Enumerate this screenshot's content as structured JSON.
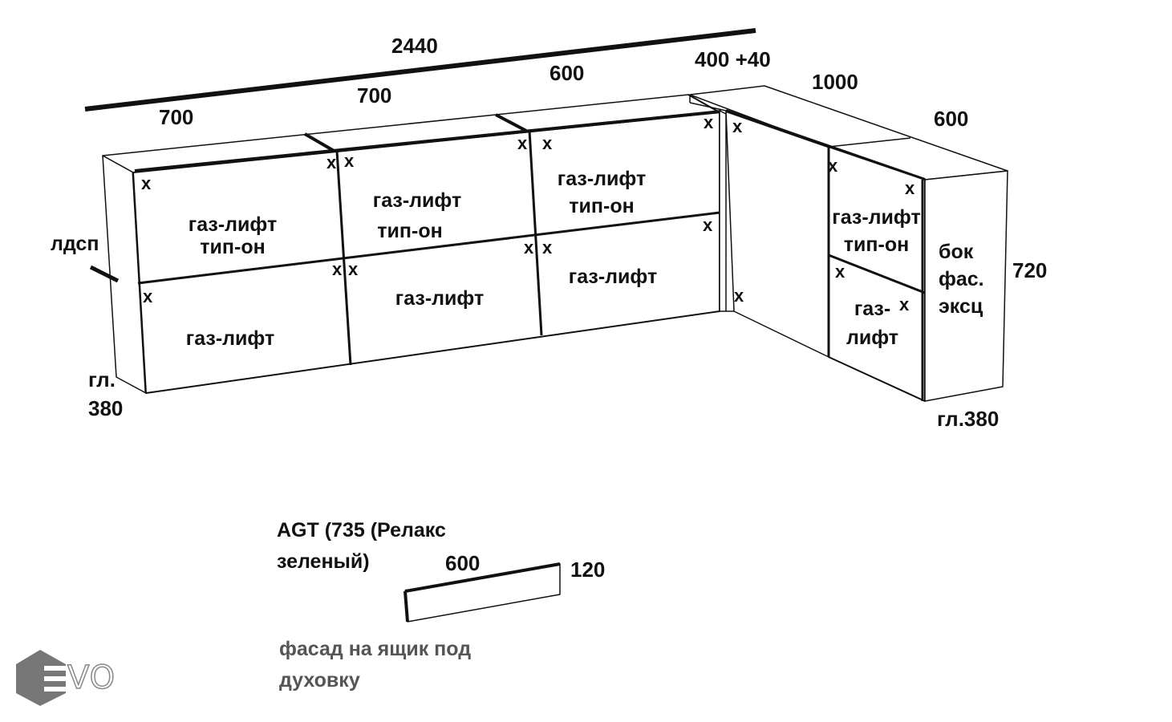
{
  "dimensions": {
    "total_width": "2440",
    "w1": "700",
    "w2": "700",
    "w3": "600",
    "corner": "400 +40",
    "side_length": "1000",
    "side_width": "600",
    "height": "720",
    "depth_left_1": "гл.",
    "depth_left_2": "380",
    "depth_right": "гл.380"
  },
  "material_label": "лдсп",
  "cells": {
    "c1_top_1": "газ-лифт",
    "c1_top_2": "тип-он",
    "c1_bottom": "газ-лифт",
    "c2_top_1": "газ-лифт",
    "c2_top_2": "тип-он",
    "c2_bottom": "газ-лифт",
    "c3_top_1": "газ-лифт",
    "c3_top_2": "тип-он",
    "c3_bottom": "газ-лифт",
    "side_top_1": "газ-лифт",
    "side_top_2": "тип-он",
    "side_bottom_1": "газ-",
    "side_bottom_2": "лифт",
    "side_panel_1": "бок",
    "side_panel_2": "фас.",
    "side_panel_3": "эксц"
  },
  "hinge_mark": "x",
  "oven_facade": {
    "title_1": "AGT (735 (Релакс",
    "title_2": "зеленый)",
    "width": "600",
    "height": "120",
    "caption_1": "фасад на ящик под",
    "caption_2": "духовку"
  },
  "logo": {
    "text": "VO"
  },
  "colors": {
    "line": "#111111",
    "caption": "#555555",
    "logo_grey": "#777777"
  }
}
